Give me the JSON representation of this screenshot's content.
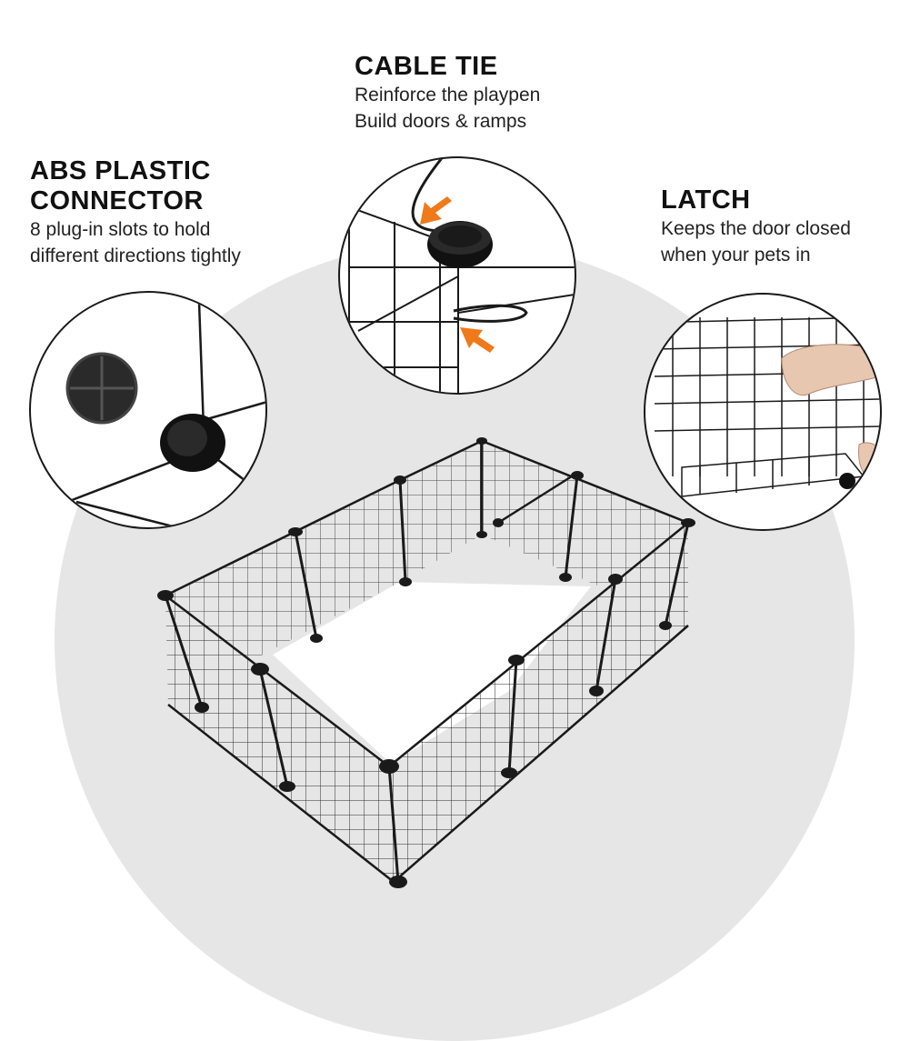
{
  "features": {
    "cable_tie": {
      "title": "CABLE TIE",
      "desc": "Reinforce the playpen\nBuild doors & ramps"
    },
    "abs_connector": {
      "title": "ABS PLASTIC\nCONNECTOR",
      "desc": "8 plug-in slots to hold\ndifferent directions tightly"
    },
    "latch": {
      "title": "LATCH",
      "desc": "Keeps the door closed\nwhen your pets in"
    }
  },
  "colors": {
    "background_circle": "#e6e6e6",
    "wire": "#1a1a1a",
    "arrow": "#f07a1a"
  }
}
